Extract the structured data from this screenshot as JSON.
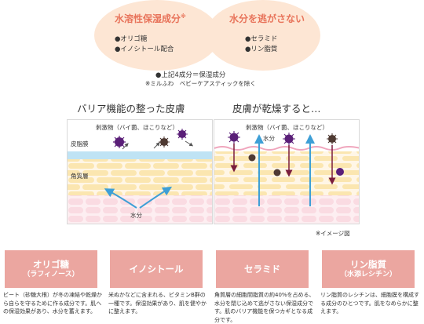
{
  "bubbles": {
    "left": {
      "title": "水溶性保湿成分",
      "mark": "※",
      "items": [
        "●オリゴ糖",
        "●イノシトール配合"
      ]
    },
    "right": {
      "title": "水分を逃がさない",
      "items": [
        "●セラミド",
        "●リン脂質"
      ]
    }
  },
  "notes": {
    "line1": "●上記4成分＝保湿成分",
    "line2": "※ミルふわ　ベビーケアスティックを除く"
  },
  "panels": {
    "left": {
      "title": "バリア機能の整った皮膚",
      "irritant_label": "刺激物（バイ菌、ほこりなど）",
      "sebum_label": "皮脂膜",
      "horny_label": "角質層",
      "water_label": "水分"
    },
    "right": {
      "title": "皮膚が乾燥すると…",
      "irritant_label": "刺激物（バイ菌、ほこりなど）",
      "water_label": "水分"
    }
  },
  "image_note": "※イメージ図",
  "cards": [
    {
      "title": "オリゴ糖",
      "subtitle": "（ラフィノース）",
      "body": "ビート（砂糖大根）が冬の凍結や乾燥から自らを守るために作る成分です。肌への保湿効果があり、水分を蓄えます。"
    },
    {
      "title": "イノシトール",
      "subtitle": "",
      "body": "米ぬかなどに含まれる、ビタミンB群の一種です。保湿効果があり、肌を健やかに整えます。"
    },
    {
      "title": "セラミド",
      "subtitle": "",
      "body": "角質層の細胞間脂質の約40%を占める、水分を閉じ込めて逃がさない保湿成分です。肌のバリア機能を保つカギとなる成分です。"
    },
    {
      "title": "リン脂質",
      "subtitle": "（水添レシチン）",
      "body": "リン脂質のレシチンは、細胞膜を構成する成分のひとつです。肌をなめらかに整えます。"
    }
  ],
  "colors": {
    "bubble": "#fde6d4",
    "bubble_title": "#e8735a",
    "card": "#eba6a0",
    "sebum": "#bfe3f4",
    "brick": "#fbe6b0",
    "skin": "#fadbe2",
    "water_arrow": "#3e9fd6",
    "irritant_purple": "#5a1f78",
    "irritant_brown": "#4f3a33",
    "dry_arrow": "#7a1d3d"
  },
  "icons": {
    "irritant": "spiky-germ-icon",
    "dust": "dust-particle-icon",
    "water": "water-arrow-icon"
  }
}
